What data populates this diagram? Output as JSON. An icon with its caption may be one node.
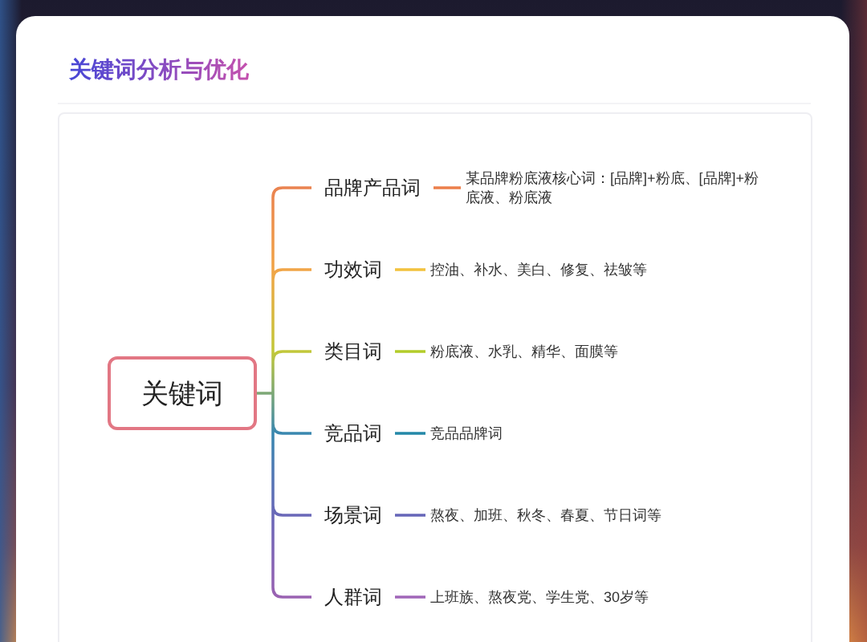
{
  "diagram": {
    "title": "关键词分析与优化",
    "nodes": [
      {
        "text": [
          "关键词"
        ]
      },
      {
        "text": [
          "品牌产品词"
        ]
      },
      {
        "text": [
          "某品牌粉底液核心词：[品牌]+粉底、[品牌]+粉底液、粉底液"
        ]
      },
      {
        "text": [
          "功效词"
        ]
      },
      {
        "text": [
          "控油、补水、美白、修复、祛皱等"
        ]
      },
      {
        "text": [
          "类目词"
        ]
      },
      {
        "text": [
          "粉底液、水乳、精华、面膜等"
        ]
      },
      {
        "text": [
          "竞品词"
        ]
      },
      {
        "text": [
          "竞品品牌词"
        ]
      },
      {
        "text": [
          "场景词"
        ]
      },
      {
        "text": [
          "熬夜、加班、秋冬、春夏、节日词等"
        ]
      },
      {
        "text": [
          "人群词"
        ]
      },
      {
        "text": [
          "上班族、熬夜党、学生党、30岁等"
        ]
      }
    ],
    "edges": [
      {
        "from": 0,
        "to": 1,
        "arrow": "none",
        "color": "#ea8350"
      },
      {
        "from": 1,
        "to": 2,
        "arrow": "none",
        "color": "#ec7f4b"
      },
      {
        "from": 0,
        "to": 3,
        "arrow": "none",
        "color": "#f1a548"
      },
      {
        "from": 3,
        "to": 4,
        "arrow": "none",
        "color": "#f2c23e"
      },
      {
        "from": 0,
        "to": 5,
        "arrow": "none",
        "color": "#c2c83a"
      },
      {
        "from": 5,
        "to": 6,
        "arrow": "none",
        "color": "#b3cc2a"
      },
      {
        "from": 0,
        "to": 7,
        "arrow": "none",
        "color": "#3a88b0"
      },
      {
        "from": 7,
        "to": 8,
        "arrow": "none",
        "color": "#2488a8"
      },
      {
        "from": 0,
        "to": 9,
        "arrow": "none",
        "color": "#6a68b8"
      },
      {
        "from": 9,
        "to": 10,
        "arrow": "none",
        "color": "#6666b8"
      },
      {
        "from": 0,
        "to": 11,
        "arrow": "none",
        "color": "#9a62b2"
      },
      {
        "from": 11,
        "to": 12,
        "arrow": "none",
        "color": "#a066b8"
      }
    ]
  }
}
